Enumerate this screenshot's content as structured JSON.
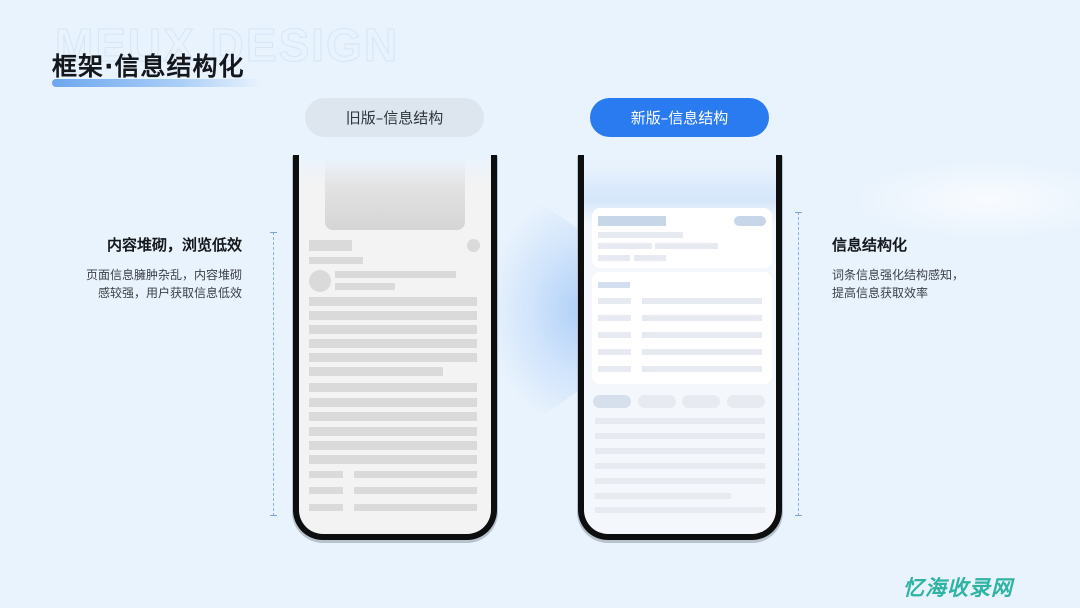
{
  "background_text": "MEUX DESIGN",
  "header": {
    "title": "框架·信息结构化"
  },
  "pills": {
    "old_version": "旧版–信息结构",
    "new_version": "新版–信息结构"
  },
  "left_annotation": {
    "heading": "内容堆砌，浏览低效",
    "description_line1": "页面信息臃肿杂乱，内容堆砌",
    "description_line2": "感较强，用户获取信息低效"
  },
  "right_annotation": {
    "heading": "信息结构化",
    "description_line1": "词条信息强化结构感知，",
    "description_line2": "提高信息获取效率"
  },
  "colors": {
    "accent_blue": "#2a7af0",
    "old_pill_bg": "#dde6ef",
    "background": "#e9f3fd",
    "watermark": "#2fb3a3"
  },
  "watermark": "忆海收录网"
}
